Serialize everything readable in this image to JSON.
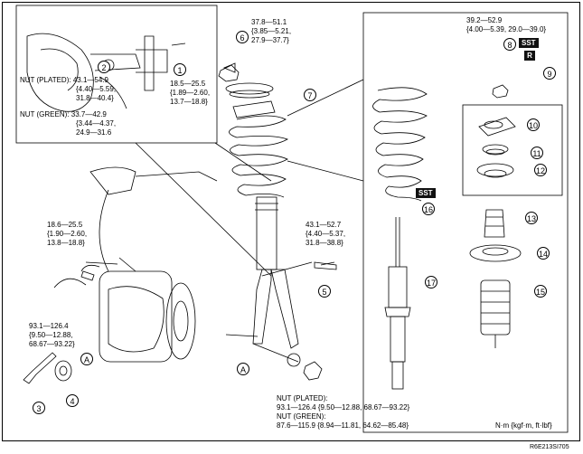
{
  "inset_torques": {
    "nut_plated": [
      "NUT (PLATED): 43.1—54.9",
      "{4.40—5.59,",
      "31.8—40.4}"
    ],
    "nut_green": [
      "NUT (GREEN): 33.7—42.9",
      "{3.44—4.37,",
      "24.9—31.6"
    ],
    "bolt_1": [
      "18.5—25.5",
      "{1.89—2.60,",
      "13.7—18.8}"
    ]
  },
  "torque_top_mount": [
    "37.8—51.1",
    "{3.85—5.21,",
    "27.9—37.7}"
  ],
  "torque_bracket_bolt": [
    "18.6—25.5",
    "{1.90—2.60,",
    "13.8—18.8}"
  ],
  "torque_lower_bolt": [
    "93.1—126.4",
    "{9.50—12.88,",
    "68.67—93.22}"
  ],
  "torque_fork_bolt": [
    "43.1—52.7",
    "{4.40—5.37,",
    "31.8—38.8}"
  ],
  "torque_piston_nut": [
    "39.2—52.9",
    "{4.00—5.39, 29.0—39.0}"
  ],
  "torque_bottom_nut": [
    "NUT (PLATED):",
    "93.1—126.4 {9.50—12.88, 68.67—93.22}",
    "NUT (GREEN):",
    "87.6—115.9 {8.94—11.81, 64.62—85.48}"
  ],
  "callouts": [
    "1",
    "2",
    "3",
    "4",
    "5",
    "6",
    "7",
    "8",
    "9",
    "10",
    "11",
    "12",
    "13",
    "14",
    "15",
    "16",
    "17"
  ],
  "ref_a": "A",
  "sst_label": "SST",
  "r_label": "R",
  "units": "N·m {kgf·m, ft·lbf}",
  "figure_id": "R6E213SI705"
}
